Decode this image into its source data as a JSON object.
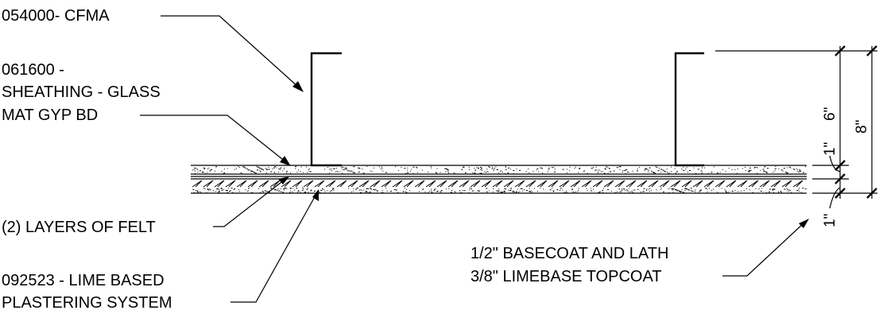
{
  "labels": {
    "cfma": "054000- CFMA",
    "sheathing_1": "061600 -",
    "sheathing_2": "SHEATHING - GLASS",
    "sheathing_3": "MAT GYP BD",
    "felt": "(2) LAYERS OF FELT",
    "plaster_1": "092523 - LIME BASED",
    "plaster_2": "PLASTERING SYSTEM",
    "basecoat_1": "1/2\" BASECOAT AND LATH",
    "basecoat_2": "3/8\" LIMEBASE TOPCOAT"
  },
  "dimensions": {
    "stud_depth": "6\"",
    "total_depth": "8\"",
    "sheathing_dim": "1\"",
    "plaster_dim": "1\""
  }
}
